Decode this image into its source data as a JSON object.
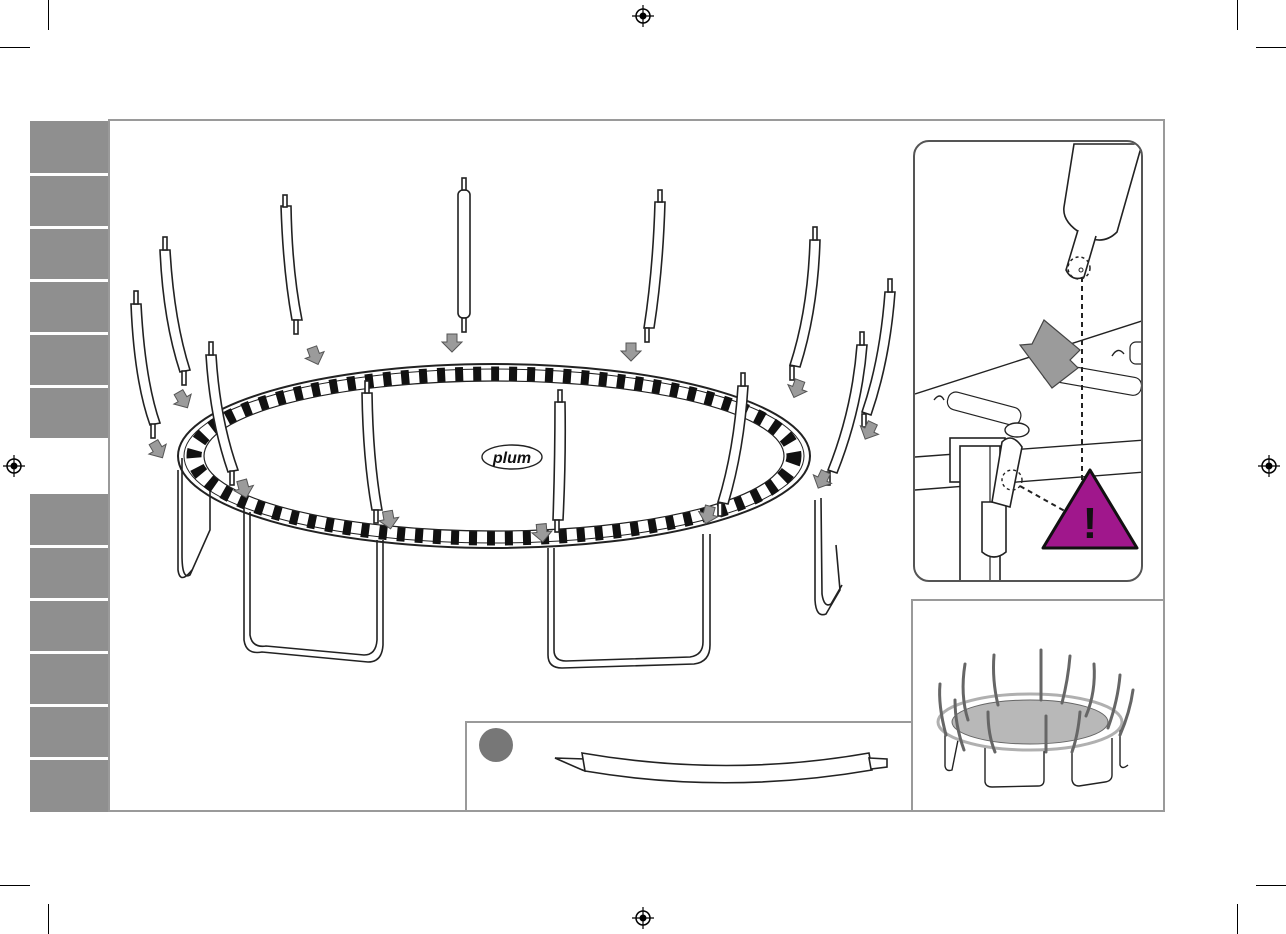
{
  "page": {
    "background": "#ffffff",
    "frame_color": "#9a9a9a",
    "tab_color": "#8f8f8f"
  },
  "main_illustration": {
    "brand_logo": "plum",
    "subject": "trampoline-frame-with-pole-foam-sleeves",
    "arrow_color": "#999999"
  },
  "detail_inset": {
    "warning_color": "#a0178c",
    "warning_symbol": "!"
  },
  "part_callout": {
    "badge_color": "#777777",
    "part": "foam-sleeve"
  },
  "preview_inset": {
    "mat_color": "#b8b8b8"
  },
  "side_tabs": {
    "upper_count": 6,
    "lower_count": 6
  }
}
